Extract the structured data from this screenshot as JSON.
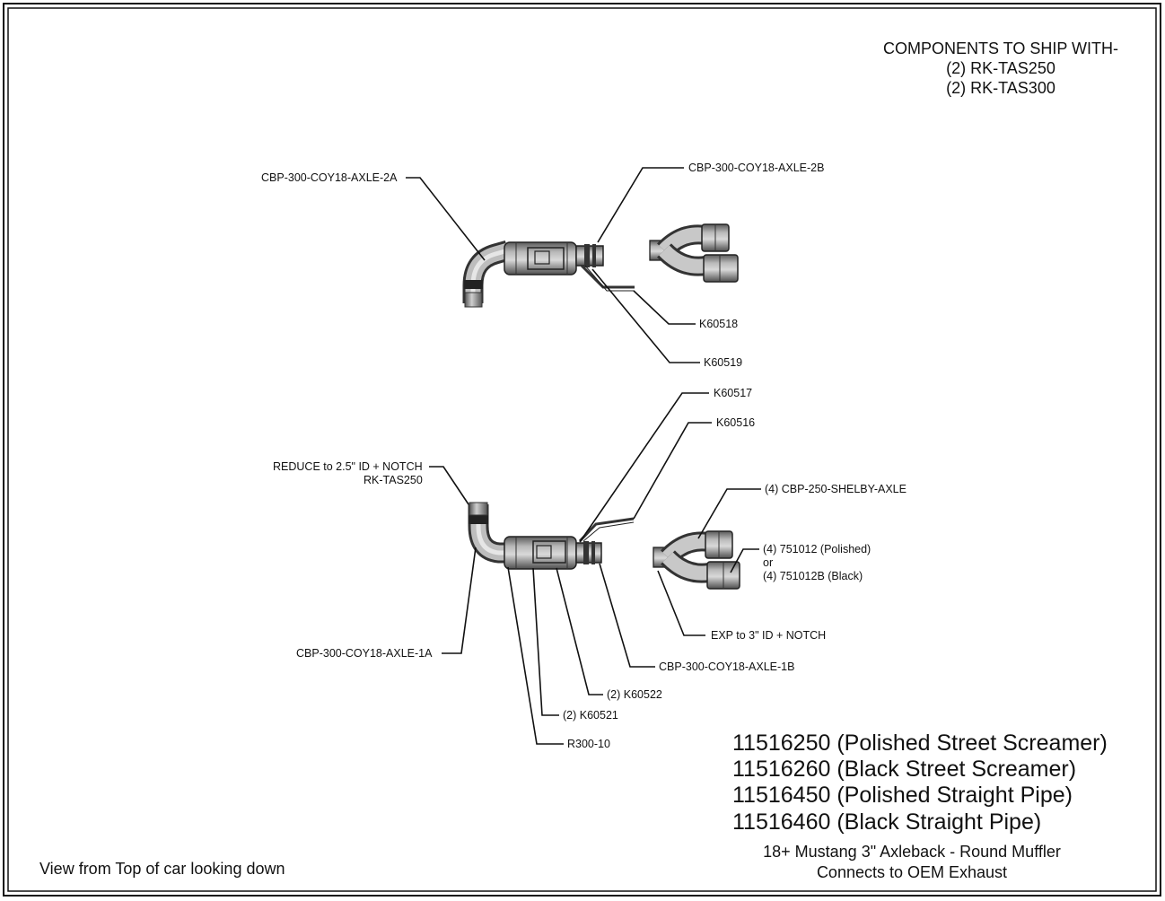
{
  "components": {
    "title": "COMPONENTS TO SHIP WITH-",
    "items": [
      "(2) RK-TAS250",
      "(2) RK-TAS300"
    ]
  },
  "callouts": {
    "axle_2a": "CBP-300-COY18-AXLE-2A",
    "axle_2b": "CBP-300-COY18-AXLE-2B",
    "k60518": "K60518",
    "k60519": "K60519",
    "k60517": "K60517",
    "k60516": "K60516",
    "reduce_line1": "REDUCE to 2.5\" ID + NOTCH",
    "reduce_line2": "RK-TAS250",
    "shelby_axle": "(4) CBP-250-SHELBY-AXLE",
    "tip_polished": "(4) 751012 (Polished)",
    "tip_or": "or",
    "tip_black": "(4) 751012B (Black)",
    "exp_notch": "EXP to 3\" ID + NOTCH",
    "axle_1a": "CBP-300-COY18-AXLE-1A",
    "axle_1b": "CBP-300-COY18-AXLE-1B",
    "k60522": "(2) K60522",
    "k60521": "(2) K60521",
    "r300": "R300-10"
  },
  "part_numbers": [
    "11516250 (Polished Street Screamer)",
    "11516260 (Black Street Screamer)",
    "11516450 (Polished Straight Pipe)",
    "11516460 (Black Straight Pipe)"
  ],
  "description": {
    "line1": "18+ Mustang 3\" Axleback - Round Muffler",
    "line2": "Connects to OEM Exhaust"
  },
  "view_note": "View from Top of car looking down"
}
